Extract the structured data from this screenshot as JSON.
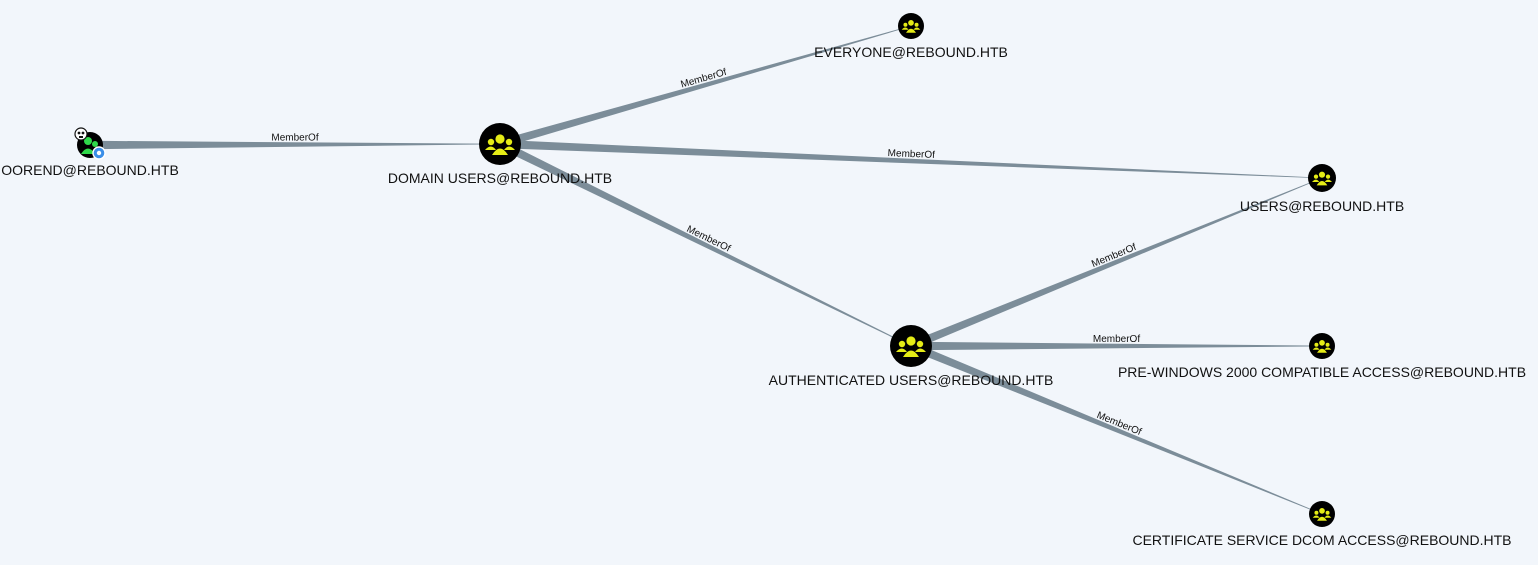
{
  "colors": {
    "background": "#f2f6fb",
    "edge": "#7c8d99",
    "group_node_fill": "#000000",
    "group_icon": "#e5ec16",
    "user_node_green": "#2fd84a",
    "user_badge_blue": "#3b8fe8"
  },
  "nodes": [
    {
      "id": "oorend",
      "label": "OOREND@REBOUND.HTB",
      "kind": "user",
      "icon": "user-icon"
    },
    {
      "id": "domain_users",
      "label": "DOMAIN USERS@REBOUND.HTB",
      "kind": "group",
      "icon": "group-icon"
    },
    {
      "id": "everyone",
      "label": "EVERYONE@REBOUND.HTB",
      "kind": "group",
      "icon": "group-icon"
    },
    {
      "id": "users",
      "label": "USERS@REBOUND.HTB",
      "kind": "group",
      "icon": "group-icon"
    },
    {
      "id": "auth_users",
      "label": "AUTHENTICATED USERS@REBOUND.HTB",
      "kind": "group",
      "icon": "group-icon"
    },
    {
      "id": "pre_win2000",
      "label": "PRE-WINDOWS 2000 COMPATIBLE ACCESS@REBOUND.HTB",
      "kind": "group",
      "icon": "group-icon"
    },
    {
      "id": "cert_dcom",
      "label": "CERTIFICATE SERVICE DCOM ACCESS@REBOUND.HTB",
      "kind": "group",
      "icon": "group-icon"
    }
  ],
  "edges": [
    {
      "from": "oorend",
      "to": "domain_users",
      "label": "MemberOf"
    },
    {
      "from": "domain_users",
      "to": "everyone",
      "label": "MemberOf"
    },
    {
      "from": "domain_users",
      "to": "users",
      "label": "MemberOf"
    },
    {
      "from": "domain_users",
      "to": "auth_users",
      "label": "MemberOf"
    },
    {
      "from": "auth_users",
      "to": "users",
      "label": "MemberOf"
    },
    {
      "from": "auth_users",
      "to": "pre_win2000",
      "label": "MemberOf"
    },
    {
      "from": "auth_users",
      "to": "cert_dcom",
      "label": "MemberOf"
    }
  ]
}
